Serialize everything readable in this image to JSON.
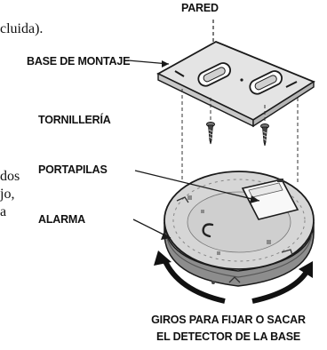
{
  "page": {
    "text_fragments": [
      "cluida).",
      "dos",
      "jo,",
      "a"
    ]
  },
  "diagram": {
    "labels": {
      "wall": "PARED",
      "mounting_base": "BASE DE MONTAJE",
      "hardware": "TORNILLERÍA",
      "battery_holder": "PORTAPILAS",
      "alarm": "ALARMA"
    },
    "caption": {
      "line1": "GIROS PARA FIJAR O SACAR",
      "line2": "EL DETECTOR DE LA BASE"
    }
  }
}
